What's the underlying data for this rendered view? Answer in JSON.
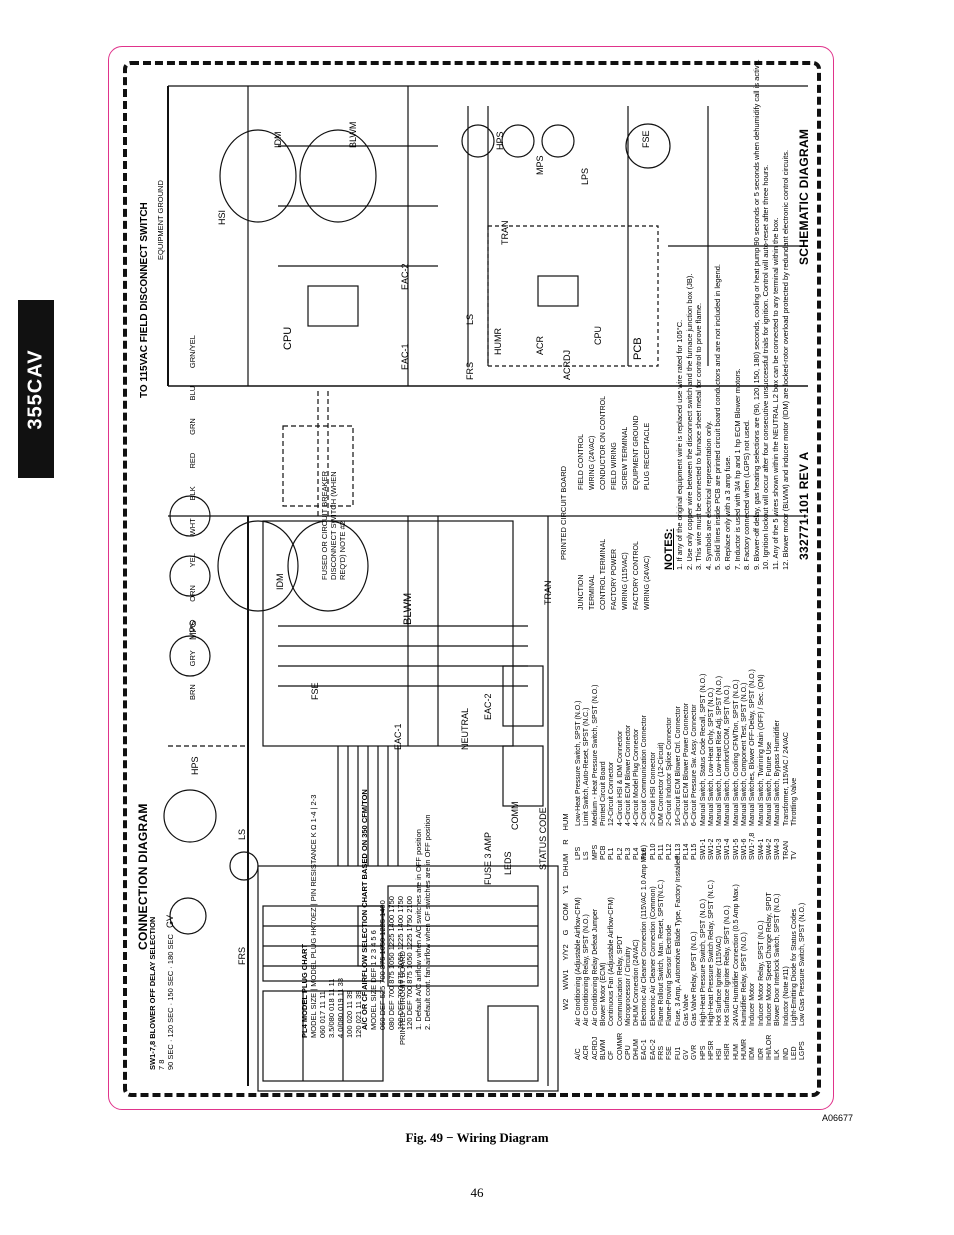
{
  "side_tab": "355CAV",
  "headings": {
    "schematic": "SCHEMATIC DIAGRAM",
    "connection": "CONNECTION DIAGRAM",
    "disconnect": "TO 115VAC FIELD DISCONNECT SWITCH",
    "equipment_ground": "EQUIPMENT GROUND",
    "fused": "FUSED OR CIRCUIT BREAKER DISCONNECT SWITCH (WHEN REQ'D) NOTE #2",
    "printed_board_top": "PRINTED CIRCUIT BOARD",
    "printed_board_bottom": "PRINTED CIRCUIT BOARD",
    "rev": "332771-101 REV A"
  },
  "components": {
    "idm": "IDM",
    "blwm": "BLWM",
    "cpu": "CPU",
    "pcb": "PCB",
    "tran": "TRAN",
    "hsi": "HSI",
    "gv": "GV",
    "hps": "HPS",
    "mps": "MPS",
    "lps": "LPS",
    "ls": "LS",
    "frs": "FRS",
    "humr": "HUMR",
    "acr": "ACR",
    "acrdj": "ACRDJ",
    "eac1": "EAC-1",
    "eac2": "EAC-2",
    "fse": "FSE",
    "ilk": "ILK",
    "fuse": "FUSE 3 AMP",
    "leds": "LEDS",
    "status_code": "STATUS CODE",
    "comm": "COMM",
    "neutral": "NEUTRAL"
  },
  "plug_chart": {
    "title": "PL4 MODEL PLUG CHART",
    "headers": [
      "MODEL SIZE",
      "MODEL PLUG HK70EZ",
      "PIN RESISTANCE K Ω 1-4",
      "2-3"
    ],
    "rows": [
      [
        "060",
        "017",
        "11",
        "11"
      ],
      [
        "3.5/080",
        "018",
        "11",
        "11"
      ],
      [
        "4.0/080",
        "019",
        "11",
        "33"
      ],
      [
        "100",
        "020",
        "11",
        "39"
      ],
      [
        "120",
        "021",
        "11",
        "39"
      ]
    ]
  },
  "blower_delay": {
    "title": "SW1-7,8 BLOWER OFF DELAY SELECTION",
    "headers": [
      "7",
      "8"
    ],
    "values": [
      "90 SEC",
      "120 SEC",
      "150 SEC",
      "180 SEC"
    ]
  },
  "airflow_chart": {
    "title": "A/C OR CF AIRFLOW SELECTION CHART BASED ON 350 CFM/TON",
    "headers": [
      "MODEL SIZE",
      "DEF",
      "1",
      "2",
      "3",
      "4",
      "5",
      "6"
    ],
    "rows": [
      [
        "060",
        "DEF",
        "525",
        "700",
        "875",
        "1050",
        "1225",
        "1400"
      ],
      [
        "080",
        "DEF",
        "700",
        "875",
        "1050",
        "1225",
        "1400",
        "1750"
      ],
      [
        "100",
        "DEF",
        "700",
        "875",
        "1050",
        "1225",
        "1400",
        "1750"
      ],
      [
        "120",
        "DEF",
        "700",
        "875",
        "1050",
        "1225",
        "1750",
        "2100"
      ]
    ],
    "notes": [
      "1. Default A/C airflow when A/C switches are in OFF position",
      "2. Default cont. fan airflow when CF switches are in OFF position"
    ]
  },
  "terminals": [
    "W2",
    "W/W1",
    "Y/Y2",
    "G",
    "COM",
    "Y1",
    "DHUM",
    "R",
    "HUM"
  ],
  "abbreviations": [
    [
      "A/C",
      "Air Conditioning (Adjustable Airflow-CFM)"
    ],
    [
      "ACR",
      "Air Conditioning Relay, SPST (N.O.)"
    ],
    [
      "ACRDJ",
      "Air Conditioning Relay Defeat Jumper"
    ],
    [
      "BLWM",
      "Blower Motor (ECM)"
    ],
    [
      "CF",
      "Continuous Fan (Adjustable Airflow-CFM)"
    ],
    [
      "COMMR",
      "Communication Relay, SPDT"
    ],
    [
      "CPU",
      "Microprocessor / Circuitry"
    ],
    [
      "DHUM",
      "DHUM Connection (24VAC)"
    ],
    [
      "EAC-1",
      "Electronic Air Cleaner Connection (115VAC 1.0 Amp Max.)"
    ],
    [
      "EAC-2",
      "Electronic Air Cleaner Connection (Common)"
    ],
    [
      "FRS",
      "Flame Rollout Switch, Man. Reset, SPST(N.C.)"
    ],
    [
      "FSE",
      "Flame-Proving Sensor Electrode"
    ],
    [
      "FU1",
      "Fuse, 3 Amp, Automotive Blade Type, Factory Installed"
    ],
    [
      "GV",
      "Gas Valve"
    ],
    [
      "GVR",
      "Gas Valve Relay, DPST (N.O.)"
    ],
    [
      "HPS",
      "High-Heat Pressure Switch, SPST (N.O.)"
    ],
    [
      "HPSR",
      "High-Heat Pressure Switch Relay, SPST (N.C.)"
    ],
    [
      "HSI",
      "Hot Surface Igniter (115VAC)"
    ],
    [
      "HSIR",
      "Hot Surface Igniter Relay, SPST (N.O.)"
    ],
    [
      "HUM",
      "24VAC Humidifier Connection (0.5 Amp Max.)"
    ],
    [
      "HUMR",
      "Humidifier Relay, SPST (N.O.)"
    ],
    [
      "IDM",
      "Inducer Motor"
    ],
    [
      "IDR",
      "Inducer Motor Relay, SPST (N.O.)"
    ],
    [
      "IHI/LOR",
      "Inducer Motor Speed Change Relay, SPDT"
    ],
    [
      "ILK",
      "Blower Door Interlock Switch, SPST (N.O.)"
    ],
    [
      "IND",
      "Inductor (Note #11)"
    ],
    [
      "LED",
      "Light-Emitting Diode for Status Codes"
    ],
    [
      "LGPS",
      "Low Gas Pressure Switch, SPST (N.O.)"
    ],
    [
      "LPS",
      "Low-Heat Pressure Switch, SPST (N.O.)"
    ],
    [
      "LS",
      "Limit Switch, Auto-Reset, SPST (N.C.)"
    ],
    [
      "MPS",
      "Medium - Heat Pressure Switch, SPST (N.O.)"
    ],
    [
      "PCB",
      "Printed Circuit Board"
    ],
    [
      "PL1",
      "12-Circuit Connector"
    ],
    [
      "PL2",
      "4-Circuit HSI & IDM Connector"
    ],
    [
      "PL3",
      "4-Circuit ECM Blower Connector"
    ],
    [
      "PL4",
      "4-Circuit Model Plug Connector"
    ],
    [
      "PL9",
      "2-Circuit Communication Connector"
    ],
    [
      "PL10",
      "2-Circuit HSI Connector"
    ],
    [
      "PL11",
      "IDM Connector (12-Circuit)"
    ],
    [
      "PL12",
      "2-Circuit Inductor Splice Connector"
    ],
    [
      "PL13",
      "16-Circuit ECM Blower Ctrl. Connector"
    ],
    [
      "PL14",
      "5-Circuit ECM Blower Power Connector"
    ],
    [
      "PL15",
      "6-Circuit Pressure Sw. Assy. Connector"
    ],
    [
      "SW1-1",
      "Manual Switch, Status Code Recall, SPST (N.O.)"
    ],
    [
      "SW1-2",
      "Manual Switch, Low-Heat Only, SPST (N.O.)"
    ],
    [
      "SW1-3",
      "Manual Switch, Low-Heat Rise Adj. SPST (N.O.)"
    ],
    [
      "SW1-4",
      "Manual Switch, Comfort/CCOM, SPST (N.O.)"
    ],
    [
      "SW1-5",
      "Manual Switch, Cooling CFM/Ton, SPST (N.O.)"
    ],
    [
      "SW1-6",
      "Manual Switch, Component Test, SPST (N.O.)"
    ],
    [
      "SW1-7,8",
      "Manual Switches, Blower OFF-Delay, SPST (N.O.)"
    ],
    [
      "SW4-1",
      "Manual Switch, Twinning Main (OFF) / Sec. (ON)"
    ],
    [
      "SW4-2",
      "Manual Switch, Future Use"
    ],
    [
      "SW4-3",
      "Manual Switch, Bypass Humidifier"
    ],
    [
      "TRAN",
      "Transformer, 115VAC / 24VAC"
    ],
    [
      "TV",
      "Throttling Valve"
    ]
  ],
  "legend": [
    "JUNCTION",
    "TERMINAL",
    "CONTROL TERMINAL",
    "FACTORY POWER",
    "WIRING (115VAC)",
    "FACTORY CONTROL",
    "WIRING (24VAC)",
    "FIELD CONTROL",
    "WIRING (24VAC)",
    "CONDUCTOR ON CONTROL",
    "FIELD WIRING",
    "SCREW TERMINAL",
    "EQUIPMENT GROUND",
    "PLUG RECEPTACLE"
  ],
  "notes_title": "NOTES:",
  "notes": [
    "1. If any of the original equipment wire is replaced use wire rated for 105°C.",
    "2. Use only copper wire between the disconnect switch and the furnace junction box (JB).",
    "3. This wire must be connected to furnace sheet metal for control to prove flame.",
    "4. Symbols are electrical representation only.",
    "5. Solid lines inside PCB are printed circuit board conductors and are not included in legend.",
    "6. Replace only with a 3 amp fuse.",
    "7. Inductor is used with 3/4 hp and 1 hp ECM Blower motors.",
    "8. Factory connected when (LGPS) not used.",
    "9. Blower-off delay, gas heating selections are (90, 120, 150, 180) seconds, cooling or heat pump 90 seconds or 5 seconds when dehumidify call is active.",
    "10. Ignition lockout will occur after four consecutive unsuccessful trials for ignition. Control will auto-reset after three hours.",
    "11. Any of the 5 wires shown within the NEUTRAL L2 box can be connected to any terminal within the box.",
    "12. Blower motor (BLWM) and inducer motor (IDM) are locked-rotor overload protected by redundant electronic control circuits."
  ],
  "wire_colors": [
    "BRN",
    "GRY",
    "VIO",
    "ORN",
    "YEL",
    "WHT",
    "BLK",
    "RED",
    "GRN",
    "BLU",
    "GRN/YEL"
  ],
  "figure_code": "A06677",
  "caption": "Fig. 49 − Wiring Diagram",
  "page_number": "46"
}
